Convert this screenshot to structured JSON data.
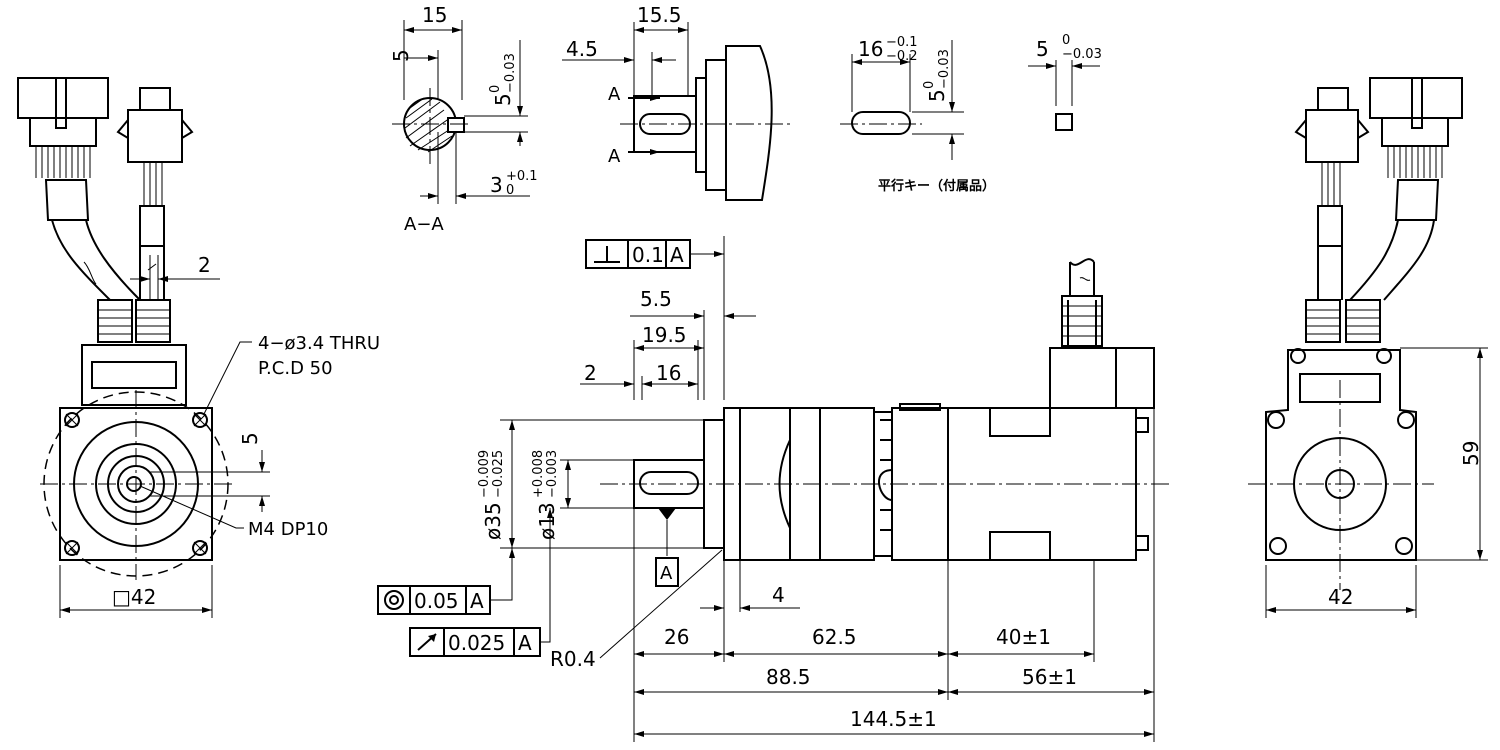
{
  "left_view": {
    "dims": {
      "square": "□42",
      "gap": "2",
      "offset": "5"
    },
    "notes": {
      "thru_line1": "4−ø3.4 THRU",
      "thru_line2": "P.C.D 50",
      "tap": "M4 DP10"
    }
  },
  "key_section": {
    "w15": "15",
    "w5": "5",
    "tol_main": "5",
    "tol_up": "0",
    "tol_low": "−0.03",
    "depth_main": "3",
    "depth_up": "+0.1",
    "depth_low": "0",
    "label": "A−A"
  },
  "shaft_top": {
    "len": "15.5",
    "key_off": "4.5",
    "a_upper": "A",
    "a_lower": "A"
  },
  "parallel_key": {
    "len_main": "16",
    "len_up": "−0.1",
    "len_low": "−0.2",
    "h_main": "5",
    "h_up": "0",
    "h_low": "−0.03",
    "w_main": "5",
    "w_up": "0",
    "w_low": "−0.03",
    "caption": "平行キー（付属品）"
  },
  "side_view": {
    "perp_tol": {
      "symbol": "⊥",
      "value": "0.1",
      "datum": "A"
    },
    "conc_tol": {
      "value": "0.05",
      "datum": "A"
    },
    "runout_tol": {
      "value": "0.025",
      "datum": "A"
    },
    "datum_label": "A",
    "dims": {
      "d5_5": "5.5",
      "d19_5": "19.5",
      "d2": "2",
      "d16": "16",
      "d4": "4",
      "d26": "26",
      "d62_5": "62.5",
      "d40": "40±1",
      "d88_5": "88.5",
      "d56": "56±1",
      "d144_5": "144.5±1",
      "r04": "R0.4"
    },
    "diam35": {
      "main": "ø35",
      "up": "−0.009",
      "low": "−0.025"
    },
    "diam13": {
      "main": "ø13",
      "up": "+0.008",
      "low": "−0.003"
    }
  },
  "right_view": {
    "dims": {
      "height": "59",
      "width": "42"
    }
  }
}
